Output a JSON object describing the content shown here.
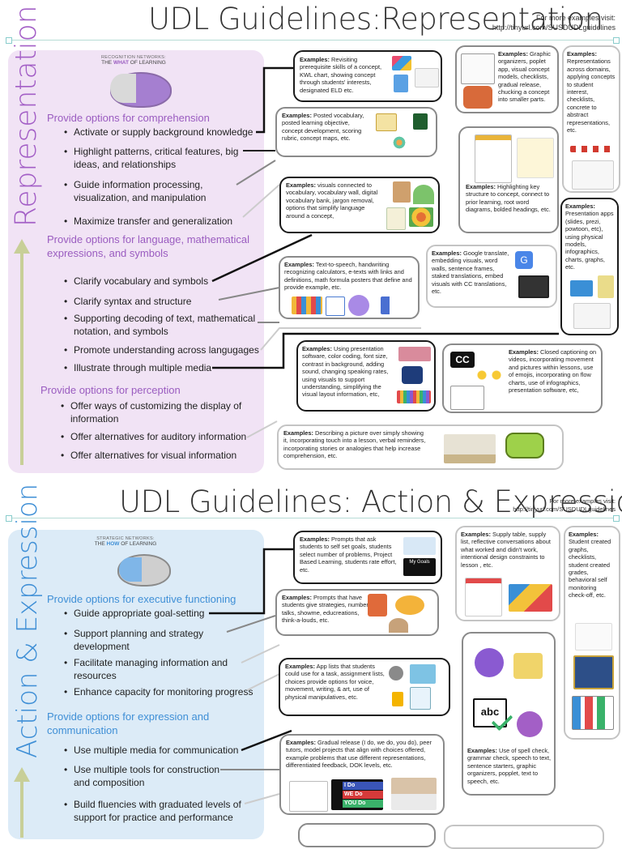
{
  "representation": {
    "title": "UDL Guidelines:Representation",
    "visit_line1": "For more examples visit:",
    "visit_line2": "http://tinyurl.com/SUSDUDLguidelines",
    "vertical_title": "Representation",
    "network_label": "RECOGNITION NETWORKS:",
    "network_sub_pre": "THE ",
    "network_sub_em": "WHAT",
    "network_sub_post": " OF LEARNING",
    "section1": "Provide options for comprehension",
    "s1_items": [
      "Activate or supply background knowledge",
      "Highlight patterns, critical features, big ideas, and relationships",
      "Guide information processing, visualization, and manipulation",
      "Maximize transfer and generalization"
    ],
    "section2": "Provide options for language, mathematical expressions, and symbols",
    "s2_items": [
      "Clarify vocabulary and symbols",
      "Clarify syntax and structure",
      "Supporting decoding of text, mathematical notation, and symbols",
      "Promote understanding across langugages",
      "Illustrate through multiple media"
    ],
    "section3": "Provide options for perception",
    "s3_items": [
      "Offer ways of customizing the display of information",
      "Offer alternatives for auditory information",
      "Offer alternatives for visual information"
    ],
    "examples_label": "Examples:",
    "boxes": {
      "b1": " Revisiting prerequisite skills of a concept, KWL chart, showing concept through students' interests, designated ELD etc.",
      "b2": " Posted vocabulary, posted learning objective, concept development, scoring rubric, concept maps, etc.",
      "b3": " Graphic organizers, poplet app, visual concept models, checklists, gradual release, chucking a concept into smaller parts.",
      "b4": " Representations across domains, applying concepts to student interest, checklists, concrete to abstract representations, etc.",
      "b5": " Highlighting key structure to concept, connect to prior learning, root word diagrams, bolded headings, etc.",
      "b6": " visuals connected to vocabulary, vocabulary wall, digital vocabulary bank, jargon removal, options that simplify language around a concept,",
      "b7": " Presentation apps (slides, prezi, powtoon, etc), using physical models, infographics, charts, graphs, etc.",
      "b8": " Text-to-speech, handwriting recognizing calculators, e-texts with links and definitions, math formula posters that define and provide example, etc.",
      "b9": " Google translate, embedding visuals, word walls, sentence frames, staked translations, embed visuals with CC translations, etc.",
      "b10": " Using presentation software, color coding, font size, contrast in background, adding sound, changing speaking rates, using visuals to support understanding, simplifying the visual layout information, etc,",
      "b11": " Closed captioning on videos, incorporating movement and pictures within lessons, use of emojis, incorporating on flow charts, use of infographics, presentation software, etc,",
      "b12": " Describing a picture over simply showing it, incorporating touch into a lesson, verbal reminders, incorporating stories or analogies that help increase comprehension, etc."
    },
    "cc_label": "CC"
  },
  "action": {
    "title": "UDL Guidelines: Action & Expression",
    "visit_line1": "For more examples visit:",
    "visit_line2": "http://tinyurl.com/SUSDUDLguidelines",
    "vertical_title": "Action & Expression",
    "network_label": "STRATEGIC NETWORKS:",
    "network_sub_pre": "THE ",
    "network_sub_em": "HOW",
    "network_sub_post": " OF LEARNING",
    "section1": "Provide options for executive functioning",
    "s1_items": [
      "Guide appropriate goal-setting",
      "Support planning and strategy development",
      "Facilitate managing information and resources",
      "Enhance capacity for monitoring progress"
    ],
    "section2": "Provide options for expression and communication",
    "s2_items": [
      "Use multiple media for communication",
      "Use multiple tools for construction and composition",
      "Build fluencies with graduated levels of support for practice and performance"
    ],
    "examples_label": "Examples:",
    "boxes": {
      "a1": " Prompts that ask students to self set goals, students select number of problems, Project Based Learning, students rate effort, etc.",
      "a2": " Prompts that have students give strategies, number talks, showme, educreations, think-a-louds,  etc.",
      "a3": " Supply table, supply list, reflective conversations about what worked and didn't work, intentional design constraints to lesson , etc.",
      "a4": " Student created graphs, checklists, student created grades, behavioral self monitoring check-off, etc.",
      "a5": " App lists that students could use for a task, assignment lists, choices provide options for voice, movement, writing, & art, use of physical manipulatives, etc.",
      "a6": " Use of spell check, grammar check, speech to text, sentence starters, graphic organizers, popplet, text to speech, etc.",
      "a7": " Gradual release (I do, we do, you do), peer tutors, model projects that align with choices offered, example problems that use different representations, differentiated feedback, DOK levels, etc."
    },
    "goals_card": "My Goals",
    "abc_label": "abc",
    "ido": [
      "I Do",
      "WE Do",
      "YOU Do"
    ]
  },
  "colors": {
    "rep_panel": "#f1e3f5",
    "rep_purple": "#9a5cc0",
    "act_panel": "#dcebf7",
    "act_blue": "#3f8fd6",
    "arrow_green": "#c8cf98"
  }
}
